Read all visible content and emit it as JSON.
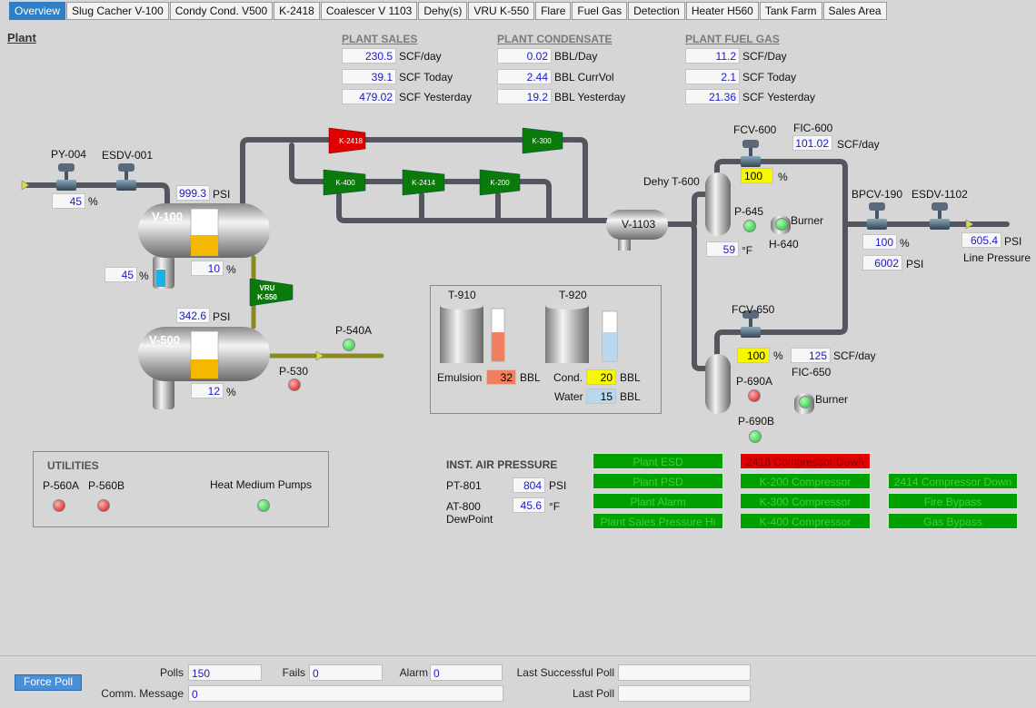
{
  "tabs": [
    "Overview",
    "Slug Cacher V-100",
    "Condy Cond. V500",
    "K-2418",
    "Coalescer V 1103",
    "Dehy(s)",
    "VRU K-550",
    "Flare",
    "Fuel Gas",
    "Detection",
    "Heater H560",
    "Tank Farm",
    "Sales Area"
  ],
  "active_tab": "Overview",
  "page_title": "Plant",
  "plant_sales": {
    "title": "PLANT SALES",
    "rows": [
      {
        "value": "230.5",
        "unit": "SCF/day"
      },
      {
        "value": "39.1",
        "unit": "SCF Today"
      },
      {
        "value": "479.02",
        "unit": "SCF Yesterday"
      }
    ]
  },
  "plant_condensate": {
    "title": "PLANT CONDENSATE",
    "rows": [
      {
        "value": "0.02",
        "unit": "BBL/Day"
      },
      {
        "value": "2.44",
        "unit": "BBL CurrVol"
      },
      {
        "value": "19.2",
        "unit": "BBL Yesterday"
      }
    ]
  },
  "plant_fuel_gas": {
    "title": "PLANT FUEL GAS",
    "rows": [
      {
        "value": "11.2",
        "unit": "SCF/Day"
      },
      {
        "value": "2.1",
        "unit": "SCF Today"
      },
      {
        "value": "21.36",
        "unit": "SCF Yesterday"
      }
    ]
  },
  "process": {
    "py004": {
      "tag": "PY-004",
      "value": "45",
      "unit": "%"
    },
    "esdv001": {
      "tag": "ESDV-001"
    },
    "v100": {
      "tag": "V-100",
      "pressure": "999.3",
      "pressure_unit": "PSI",
      "level": "10",
      "level_unit": "%",
      "boot_level": "45",
      "boot_unit": "%",
      "level_fraction": 0.45
    },
    "v500": {
      "tag": "V-500",
      "pressure": "342.6",
      "pressure_unit": "PSI",
      "level": "12",
      "level_unit": "%",
      "level_fraction": 0.4
    },
    "vru": {
      "tag_line1": "VRU",
      "tag_line2": "K-550"
    },
    "p540a": {
      "tag": "P-540A"
    },
    "p530": {
      "tag": "P-530"
    },
    "compressors": {
      "k2418": "K-2418",
      "k300": "K-300",
      "k400": "K-400",
      "k2414": "K-2414",
      "k200": "K-200"
    },
    "v1103": {
      "tag": "V-1103"
    },
    "dehy": {
      "tag": "Dehy T-600",
      "temp": "59",
      "temp_unit": "°F"
    },
    "fcv600": {
      "tag": "FCV-600",
      "value": "100",
      "unit": "%"
    },
    "fic600": {
      "tag": "FIC-600",
      "value": "101.02",
      "unit": "SCF/day"
    },
    "p645": {
      "tag": "P-645"
    },
    "h640": {
      "tag": "H-640",
      "burner": "Burner"
    },
    "bpcv190": {
      "tag": "BPCV-190",
      "value": "100",
      "unit": "%",
      "psi": "6002",
      "psi_unit": "PSI"
    },
    "esdv1102": {
      "tag": "ESDV-1102"
    },
    "line_pressure": {
      "value": "605.4",
      "unit": "PSI",
      "label": "Line Pressure"
    },
    "fcv650": {
      "tag": "FCV-650",
      "value": "100",
      "unit": "%"
    },
    "fic650": {
      "tag": "FIC-650",
      "value": "125",
      "unit": "SCF/day"
    },
    "p690a": {
      "tag": "P-690A"
    },
    "p690b": {
      "tag": "P-690B"
    },
    "burner2": {
      "label": "Burner"
    }
  },
  "tanks": {
    "t910": {
      "tag": "T-910",
      "label": "Emulsion",
      "value": "32",
      "unit": "BBL",
      "level_fraction": 0.55
    },
    "t920": {
      "tag": "T-920",
      "cond_label": "Cond.",
      "cond_value": "20",
      "water_label": "Water",
      "water_value": "15",
      "unit": "BBL",
      "level_fraction": 0.55
    }
  },
  "utilities": {
    "title": "UTILITIES",
    "p560a": "P-560A",
    "p560b": "P-560B",
    "heat": "Heat Medium Pumps"
  },
  "inst_air": {
    "title": "INST. AIR PRESSURE",
    "pt801": "PT-801",
    "pt801_value": "804",
    "pt801_unit": "PSI",
    "at800": "AT-800",
    "at800_sub": "DewPoint",
    "at800_value": "45.6",
    "at800_unit": "°F"
  },
  "alarms": {
    "col1": [
      "Plant ESD",
      "Plant PSD",
      "Plant Alarm",
      "Plant Sales Pressure Hi"
    ],
    "col2": [
      "2418 Compressor Down",
      "K-200 Compressor",
      "K-300 Compressor",
      "K-400 Compressor"
    ],
    "col3": [
      "2414 Compressor Down",
      "Fire Bypass",
      "Gas Bypass"
    ]
  },
  "footer": {
    "force_poll": "Force Poll",
    "polls_label": "Polls",
    "polls_value": "150",
    "fails_label": "Fails",
    "fails_value": "0",
    "alarm_label": "Alarm",
    "alarm_value": "0",
    "last_success_label": "Last Successful Poll",
    "last_success_value": "",
    "comm_label": "Comm. Message",
    "comm_value": "0",
    "last_poll_label": "Last Poll",
    "last_poll_value": ""
  },
  "colors": {
    "pipe": "#6a6a78",
    "alarm_green": "#00a000",
    "alarm_red": "#e00000",
    "compressor_green": "#0a7a0a",
    "compressor_red": "#e00000",
    "vessel_fill": "#f5b800"
  }
}
